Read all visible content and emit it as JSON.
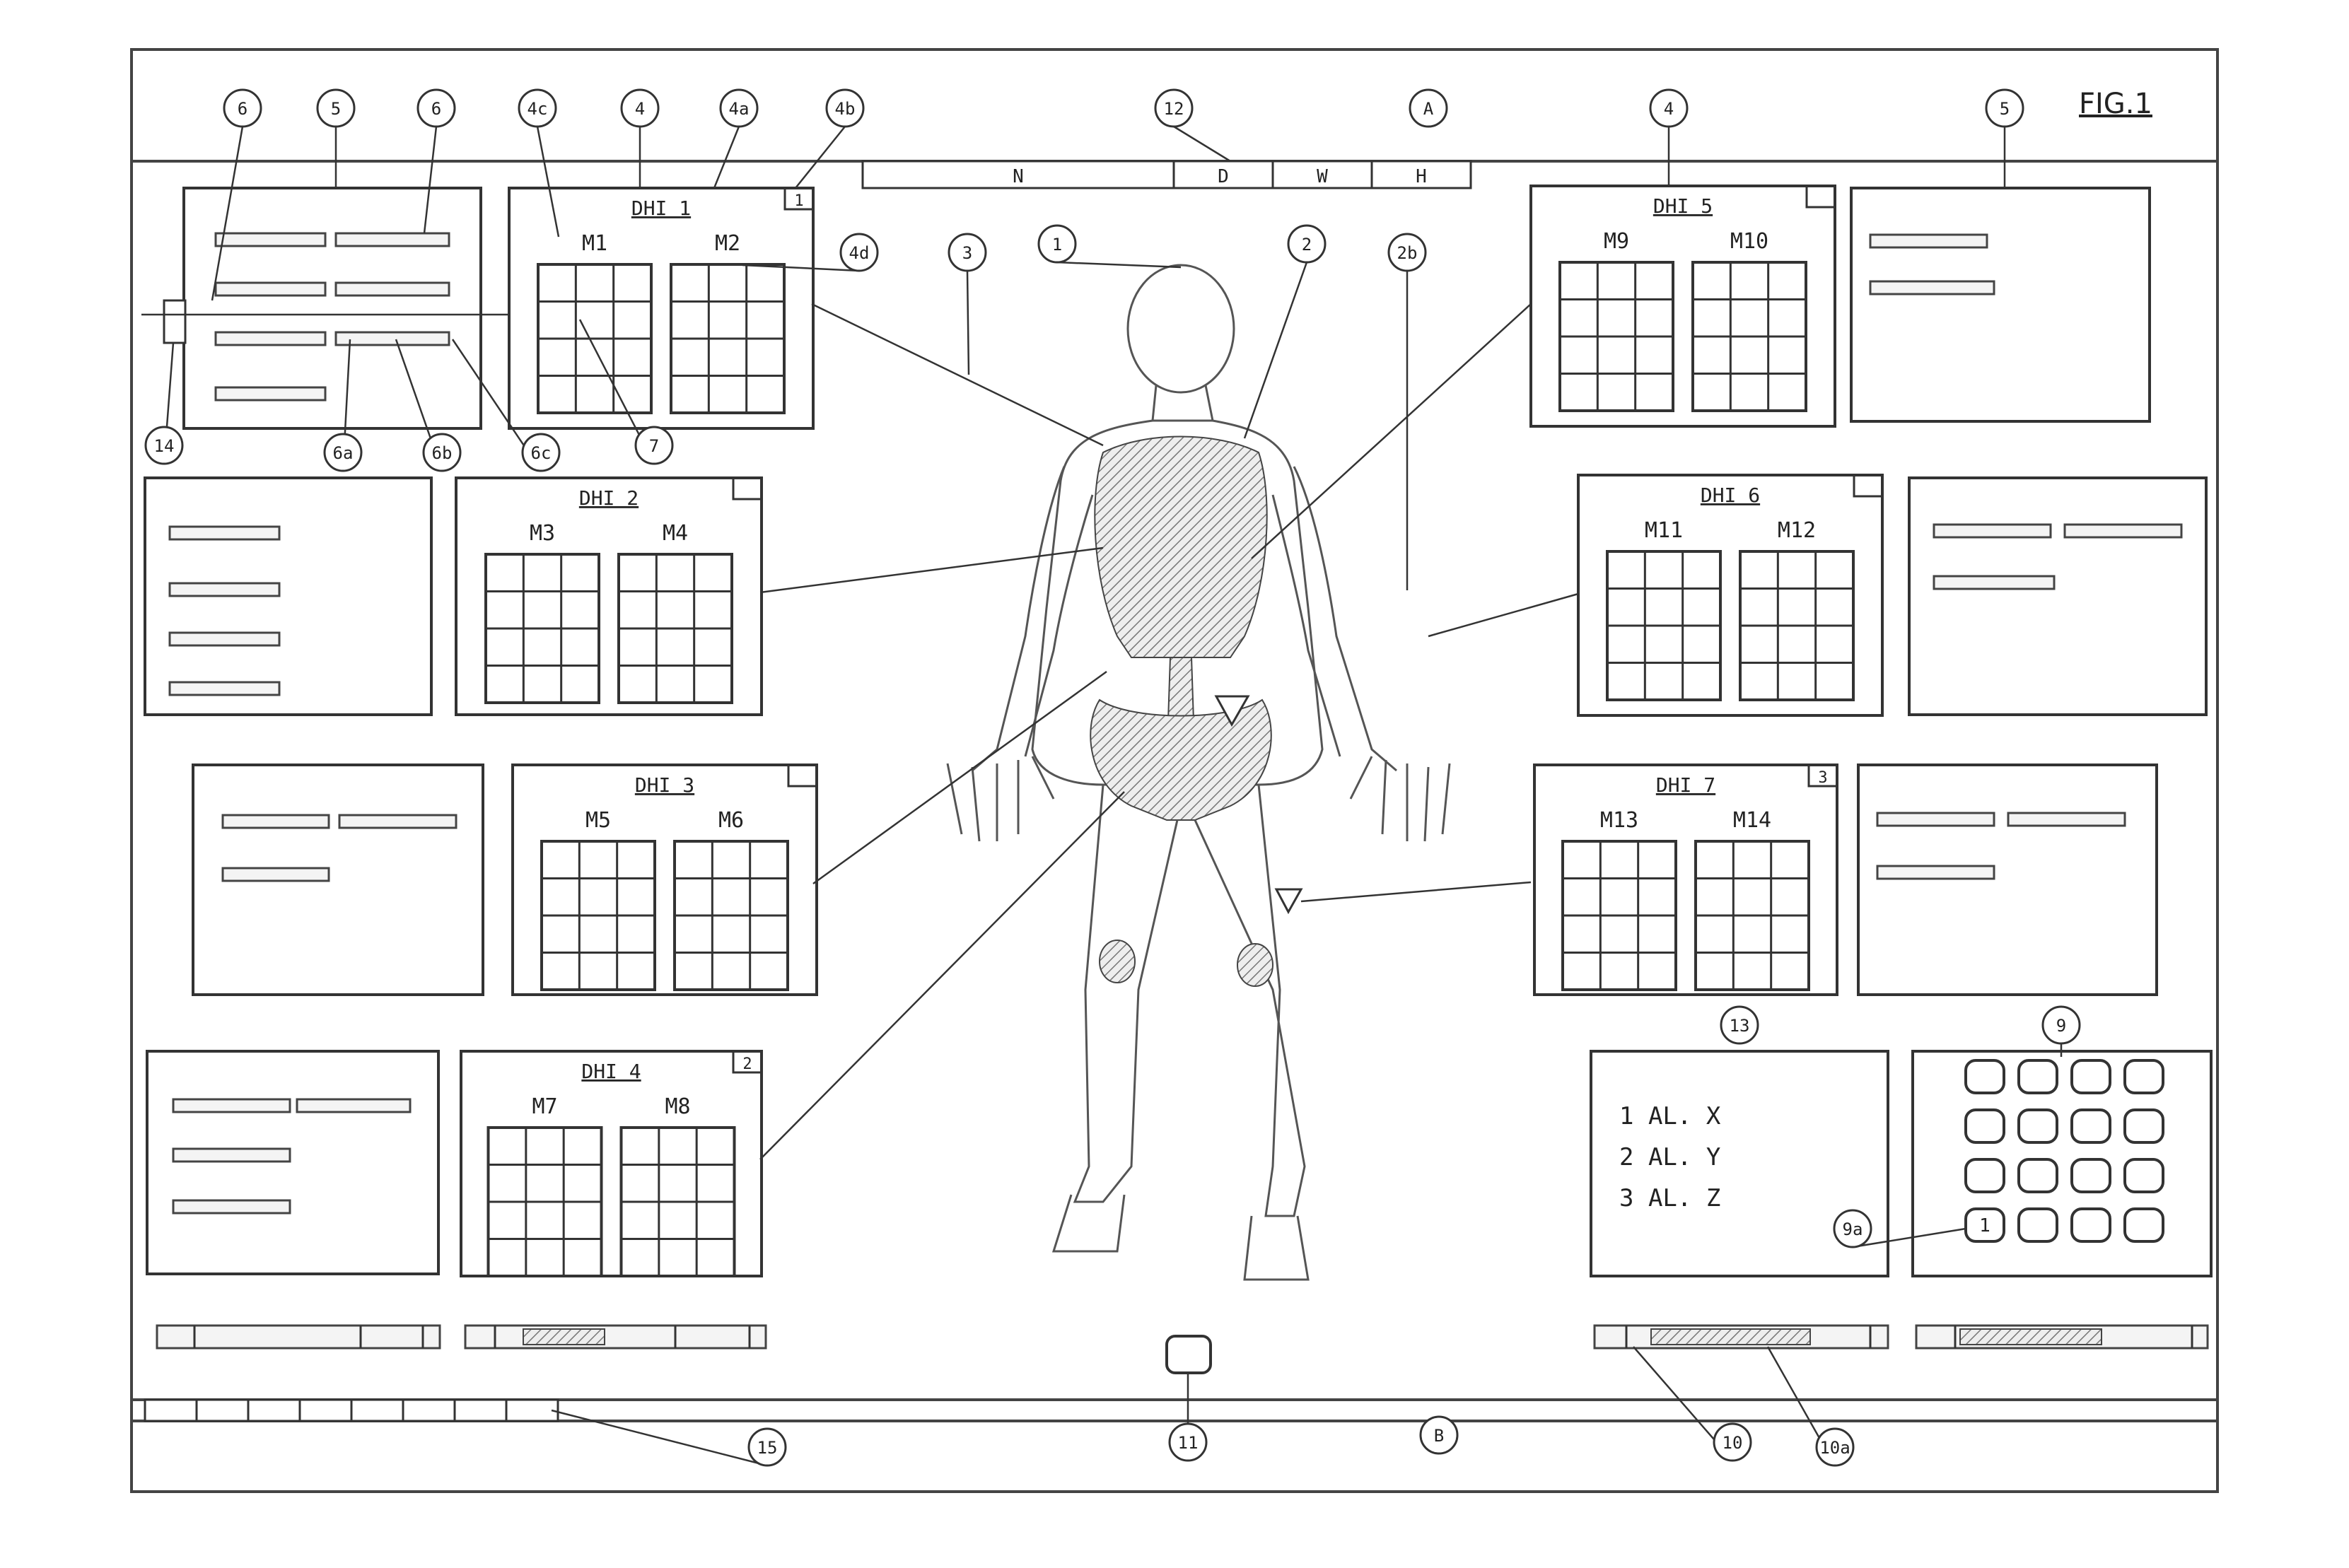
{
  "figure": {
    "title": "FIG.1",
    "region_top_label": "A",
    "region_bottom_label": "B"
  },
  "tabs": [
    "N",
    "D",
    "W",
    "H"
  ],
  "dhi_panels": [
    {
      "id": "dhi1",
      "title": "DHI 1",
      "corner": "1",
      "m_left": "M1",
      "m_right": "M2"
    },
    {
      "id": "dhi2",
      "title": "DHI 2",
      "corner": "",
      "m_left": "M3",
      "m_right": "M4"
    },
    {
      "id": "dhi3",
      "title": "DHI 3",
      "corner": "",
      "m_left": "M5",
      "m_right": "M6"
    },
    {
      "id": "dhi4",
      "title": "DHI 4",
      "corner": "2",
      "m_left": "M7",
      "m_right": "M8"
    },
    {
      "id": "dhi5",
      "title": "DHI 5",
      "corner": "",
      "m_left": "M9",
      "m_right": "M10"
    },
    {
      "id": "dhi6",
      "title": "DHI 6",
      "corner": "",
      "m_left": "M11",
      "m_right": "M12"
    },
    {
      "id": "dhi7",
      "title": "DHI 7",
      "corner": "3",
      "m_left": "M13",
      "m_right": "M14"
    }
  ],
  "alarm_list": [
    "1 AL. X",
    "2 AL. Y",
    "3 AL. Z"
  ],
  "keypad_highlight_label": "1",
  "callouts": {
    "c6": "6",
    "c5": "5",
    "c6b": "6",
    "c4c": "4c",
    "c4": "4",
    "c4a": "4a",
    "c4b": "4b",
    "c12": "12",
    "cA": "A",
    "c4r": "4",
    "c5r": "5",
    "c4d": "4d",
    "c3": "3",
    "c1": "1",
    "c2": "2",
    "c2b": "2b",
    "c14": "14",
    "c6a": "6a",
    "c6bb": "6b",
    "c6c": "6c",
    "c7": "7",
    "c13": "13",
    "c9": "9",
    "c9a": "9a",
    "c15": "15",
    "c11": "11",
    "cB": "B",
    "c10": "10",
    "c10a": "10a"
  }
}
